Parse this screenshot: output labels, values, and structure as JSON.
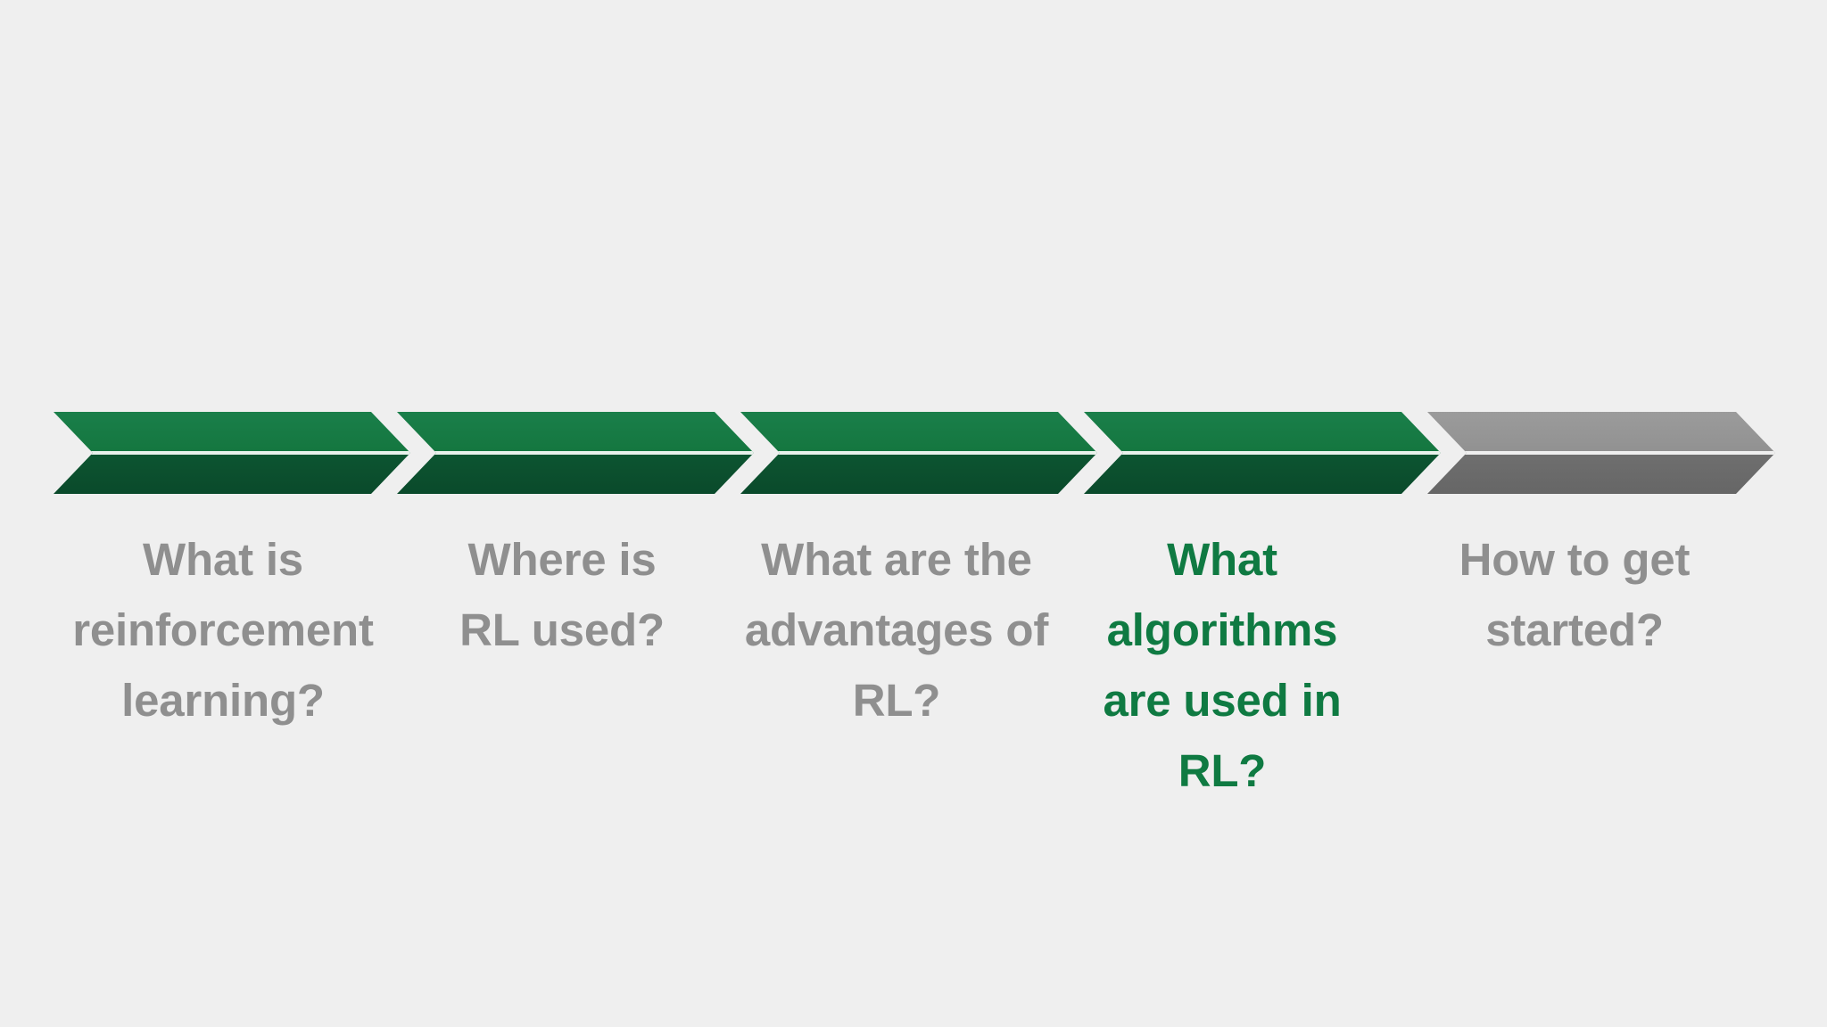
{
  "page": {
    "background_color": "#efefef",
    "type": "process-chevron-diagram"
  },
  "process": {
    "accent_color": "#147a44",
    "accent_dark_color": "#0c5130",
    "inactive_color": "#969696",
    "inactive_dark_color": "#6b6b6b",
    "label_color": "#8f8f8f",
    "current_label_color": "#0f7a42",
    "current_step_index": 3,
    "steps": [
      {
        "id": "what-is-reinforcement-learning",
        "label": "What is\nreinforcement\nlearning?",
        "state": "completed",
        "color": "#147a44"
      },
      {
        "id": "where-is-rl-used",
        "label": "Where is\nRL used?",
        "state": "completed",
        "color": "#147a44"
      },
      {
        "id": "what-are-the-advantages-of-rl",
        "label": "What are the\nadvantages of\nRL?",
        "state": "completed",
        "color": "#147a44"
      },
      {
        "id": "what-algorithms-are-used-in-rl",
        "label": "What\nalgorithms\nare used in\nRL?",
        "state": "current",
        "color": "#147a44"
      },
      {
        "id": "how-to-get-started",
        "label": "How to get\nstarted?",
        "state": "upcoming",
        "color": "#969696"
      }
    ]
  }
}
